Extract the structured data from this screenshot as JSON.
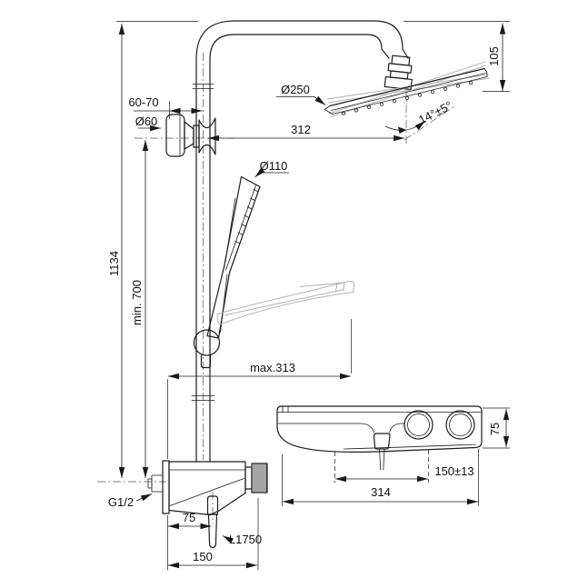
{
  "labels": {
    "overall_height": "1134",
    "min_mounting_height": "min. 700",
    "wall_distance_range": "60-70",
    "wall_bracket_diameter": "Ø60",
    "head_shower_diameter": "Ø250",
    "head_shower_projection": "312",
    "head_shower_height": "105",
    "head_shower_angle": "14°±5°",
    "hand_shower_diameter": "Ø110",
    "max_slider_reach": "max.313",
    "wall_connection_thread": "G1/2",
    "hose_wall_offset": "75",
    "mixer_depth": "150",
    "hose_length": "L1750",
    "shelf_depth": "75",
    "inlet_spacing": "150±13",
    "mixer_width": "314"
  }
}
